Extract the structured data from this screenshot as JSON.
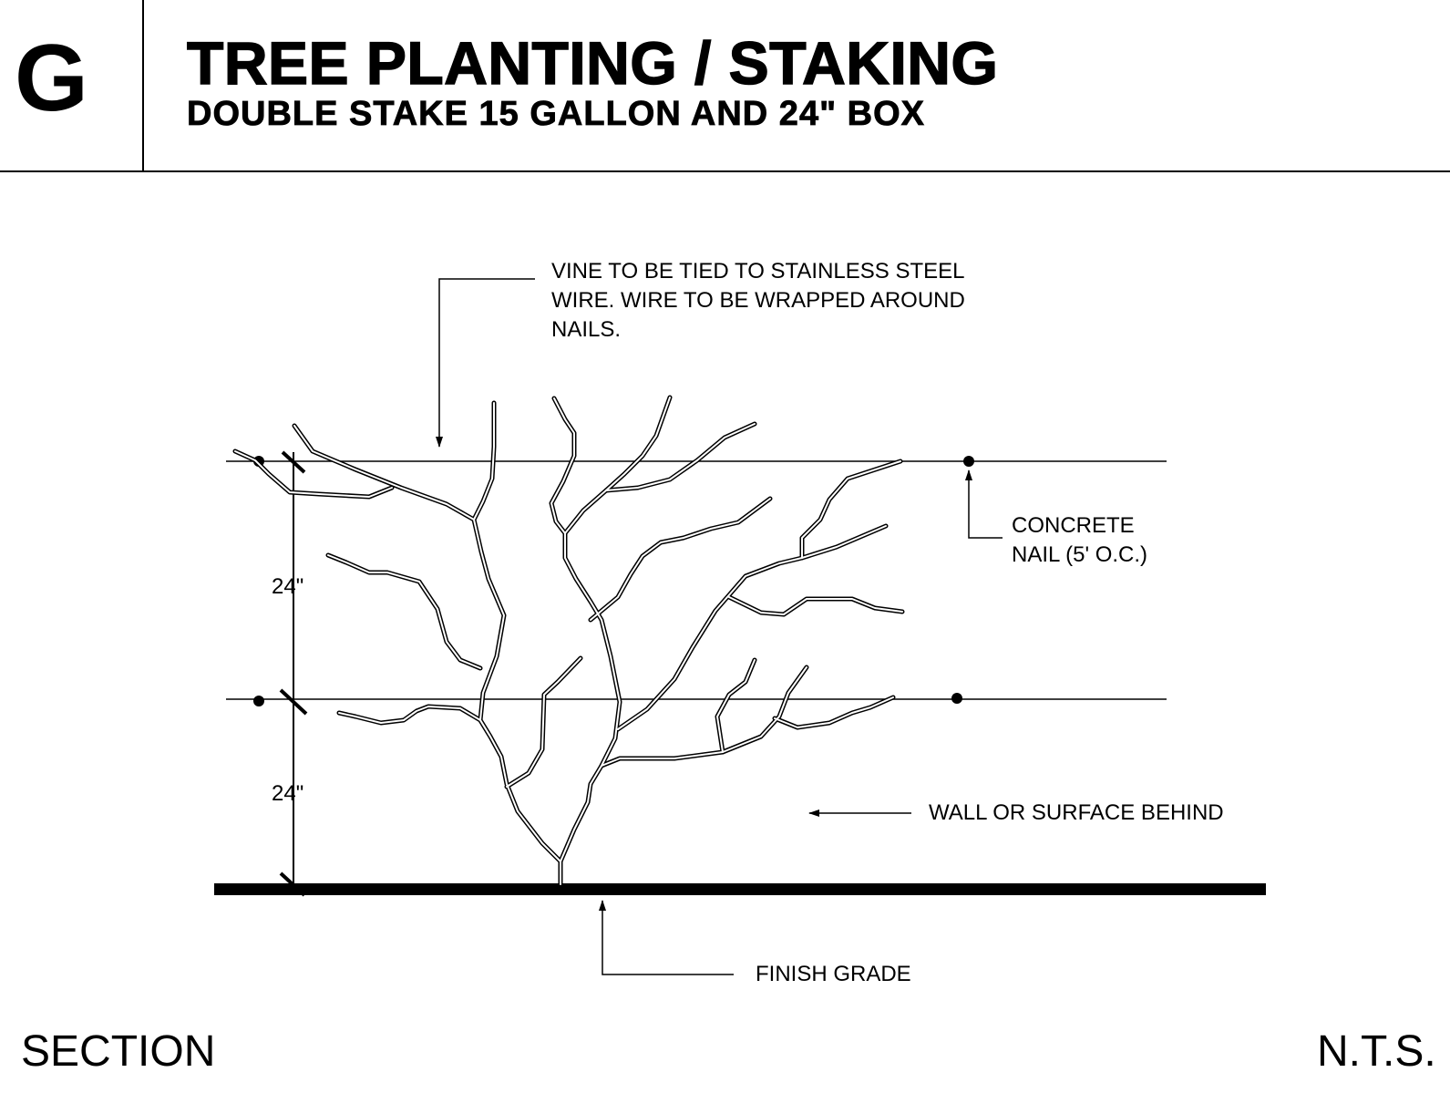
{
  "header": {
    "detail_letter": "G",
    "title": "TREE PLANTING / STAKING",
    "subtitle": "DOUBLE STAKE 15 GALLON AND 24\" BOX"
  },
  "callouts": {
    "vine_note_line1": "VINE TO BE TIED TO STAINLESS STEEL",
    "vine_note_line2": "WIRE. WIRE TO BE WRAPPED AROUND",
    "vine_note_line3": "NAILS.",
    "nail_line1": "CONCRETE",
    "nail_line2": "NAIL (5' O.C.)",
    "wall": "WALL OR SURFACE BEHIND",
    "grade": "FINISH GRADE"
  },
  "dimensions": {
    "upper": "24\"",
    "lower": "24\""
  },
  "footer": {
    "view": "SECTION",
    "scale": "N.T.S."
  }
}
